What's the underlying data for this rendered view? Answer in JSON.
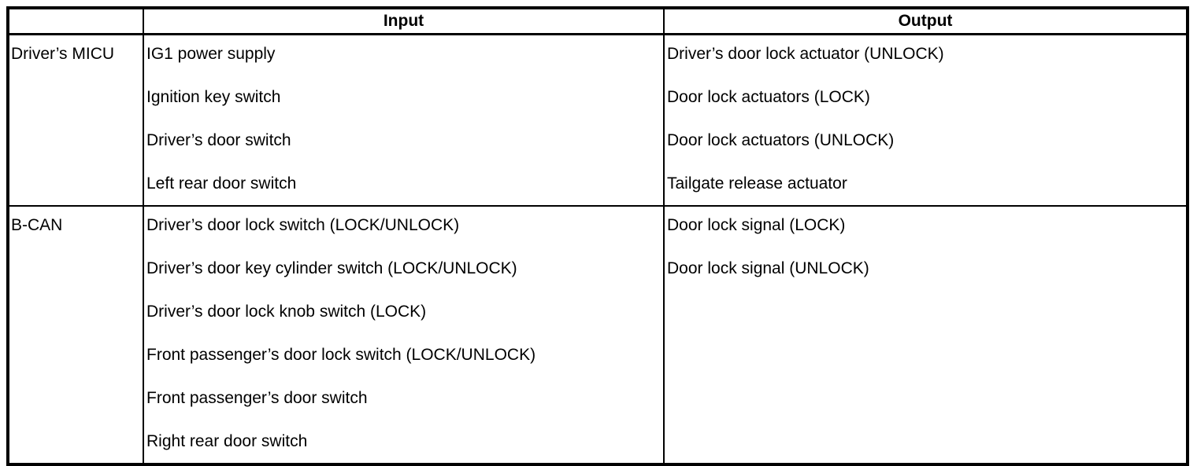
{
  "colors": {
    "border": "#000000",
    "text": "#000000",
    "background": "#ffffff"
  },
  "table": {
    "columns": {
      "source": "",
      "input": "Input",
      "output": "Output"
    },
    "rows": [
      {
        "source": "Driver’s MICU",
        "inputs": [
          "IG1 power supply",
          "Ignition key switch",
          "Driver’s door switch",
          "Left rear door switch"
        ],
        "outputs": [
          "Driver’s door lock actuator (UNLOCK)",
          "Door lock actuators (LOCK)",
          "Door lock actuators (UNLOCK)",
          "Tailgate release actuator"
        ]
      },
      {
        "source": "B-CAN",
        "inputs": [
          "Driver’s door lock switch (LOCK/UNLOCK)",
          "Driver’s door key cylinder switch (LOCK/UNLOCK)",
          "Driver’s door lock knob switch (LOCK)",
          "Front passenger’s door lock switch (LOCK/UNLOCK)",
          "Front passenger’s door switch",
          "Right rear door switch"
        ],
        "outputs": [
          "Door lock signal (LOCK)",
          "Door lock signal (UNLOCK)"
        ]
      }
    ]
  }
}
